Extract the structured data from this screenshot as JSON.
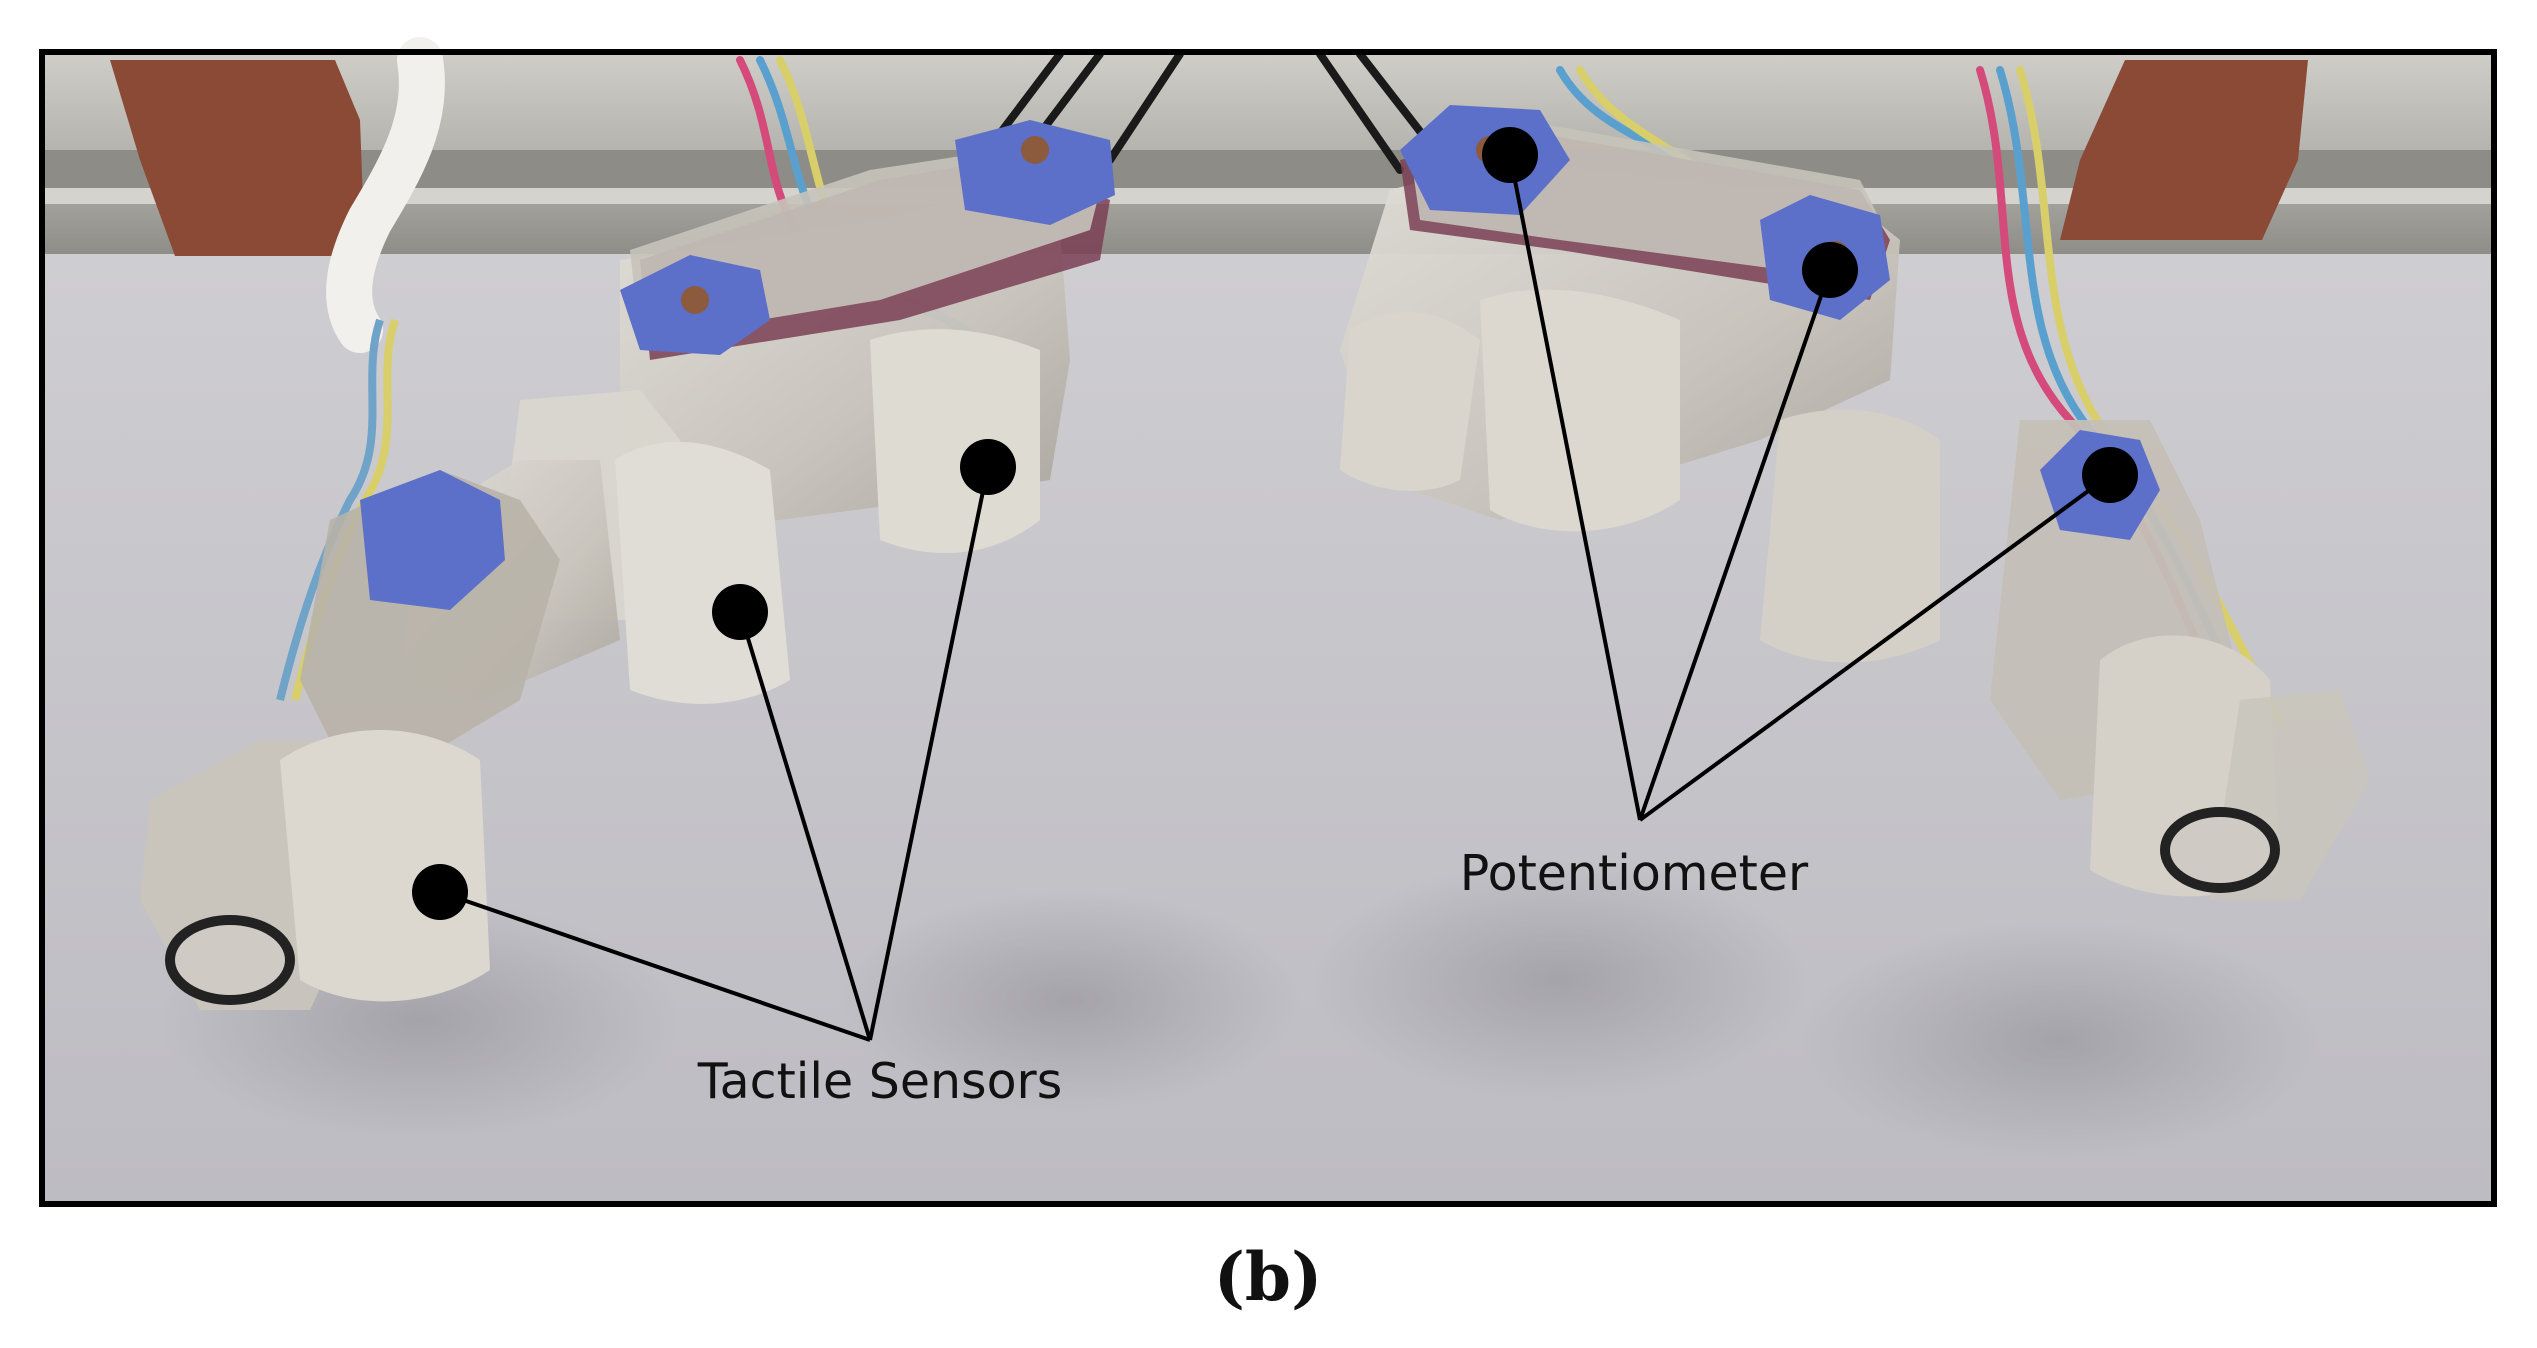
{
  "annotations": {
    "tactile_label": "Tactile Sensors",
    "potentiometer_label": "Potentiometer"
  },
  "caption": "(b)",
  "colors": {
    "frame": "#000000",
    "background_wall": "#c9c9cd",
    "rail": "#b4b2ad",
    "bracket": "#8a4a35",
    "sensor_pad": "#5c6fc9",
    "finger_plastic": "#cfcbc4",
    "marker": "#000000"
  },
  "icons": {
    "markers": "filled-circle-marker"
  }
}
